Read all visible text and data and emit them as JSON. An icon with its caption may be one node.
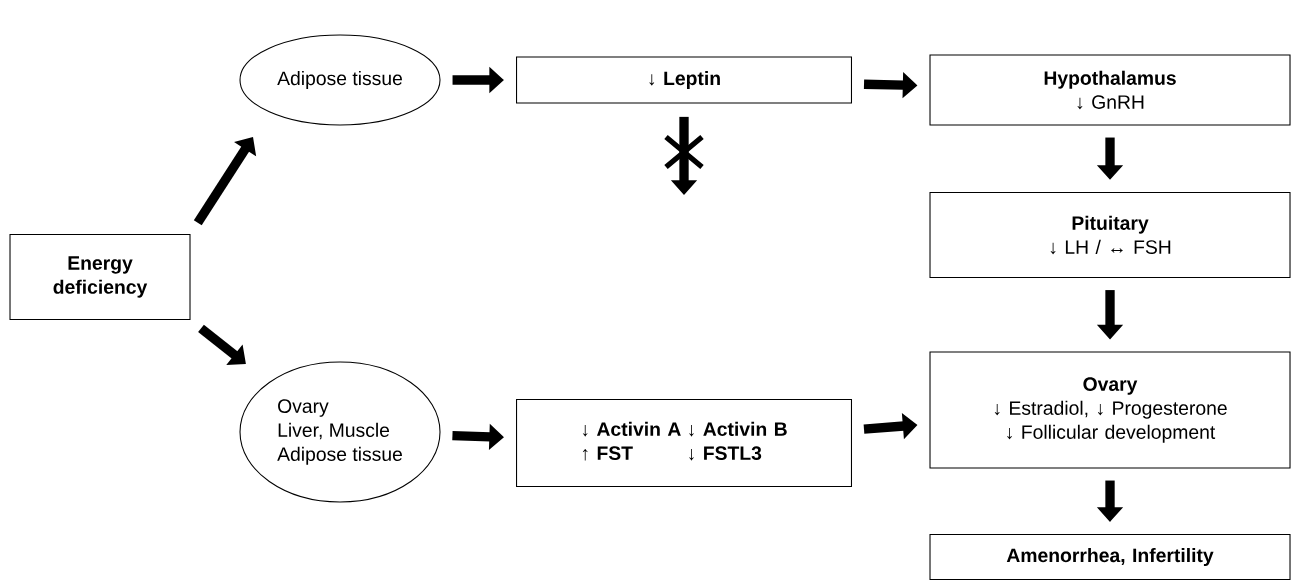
{
  "diagram": {
    "nodes": [
      {
        "text": [
          "Energy deficiency"
        ]
      },
      {
        "text": [
          "Adipose tissue"
        ]
      },
      {
        "text": [
          "↓ **Leptin**"
        ]
      },
      {
        "text": [
          "Hypothalamus",
          "↓ GnRH"
        ]
      },
      {
        "text": [
          "Pituitary",
          "↓ LH / ↔ FSH"
        ]
      },
      {
        "text": [
          "Ovary",
          "Liver, Muscle",
          "Adipose tissue"
        ]
      },
      {
        "text": [
          "↓ **Activin A**",
          "↓ **Activin B**",
          "↑ **FST**",
          "↓ **FSTL3**"
        ]
      },
      {
        "text": [
          "Ovary",
          "↓ Estradiol, ↓ Progesterone",
          "↓ Follicular development"
        ]
      },
      {
        "text": [
          "Amenorrhea, Infertility"
        ]
      }
    ],
    "edges": [
      {
        "from": 0,
        "to": 1,
        "arrow": "to"
      },
      {
        "from": 0,
        "to": 5,
        "arrow": "to"
      },
      {
        "from": 1,
        "to": 2,
        "arrow": "to"
      },
      {
        "from": 2,
        "to": 3,
        "arrow": "to"
      },
      {
        "from": 2,
        "to": null,
        "arrow": "to"
      },
      {
        "from": 3,
        "to": 4,
        "arrow": "to"
      },
      {
        "from": 4,
        "to": 7,
        "arrow": "to"
      },
      {
        "from": 5,
        "to": 6,
        "arrow": "to"
      },
      {
        "from": 6,
        "to": 7,
        "arrow": "to"
      },
      {
        "from": 7,
        "to": 8,
        "arrow": "to"
      }
    ]
  }
}
